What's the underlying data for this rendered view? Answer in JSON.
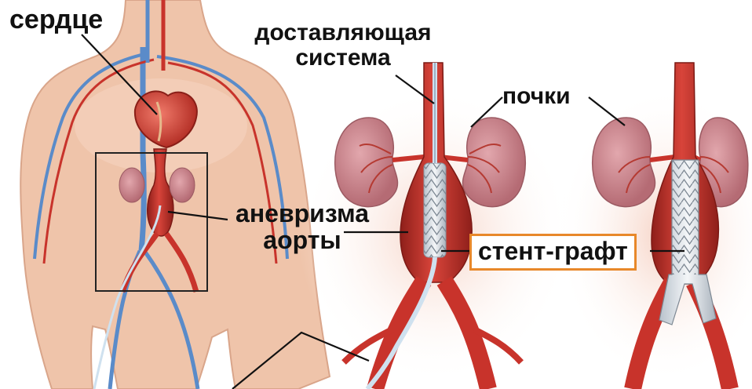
{
  "labels": {
    "heart": "сердце",
    "delivery_system": [
      "доставляющая",
      "система"
    ],
    "kidneys": "почки",
    "aneurysm": [
      "аневризма",
      "аорты"
    ],
    "stent_graft": "стент-графт"
  },
  "colors": {
    "artery": "#c8332b",
    "vein": "#5a8bc9",
    "skin": "#efc6ad",
    "kidney": "#c7808a",
    "stent": "#dfe4ea",
    "highlight_border": "#e8882a"
  }
}
